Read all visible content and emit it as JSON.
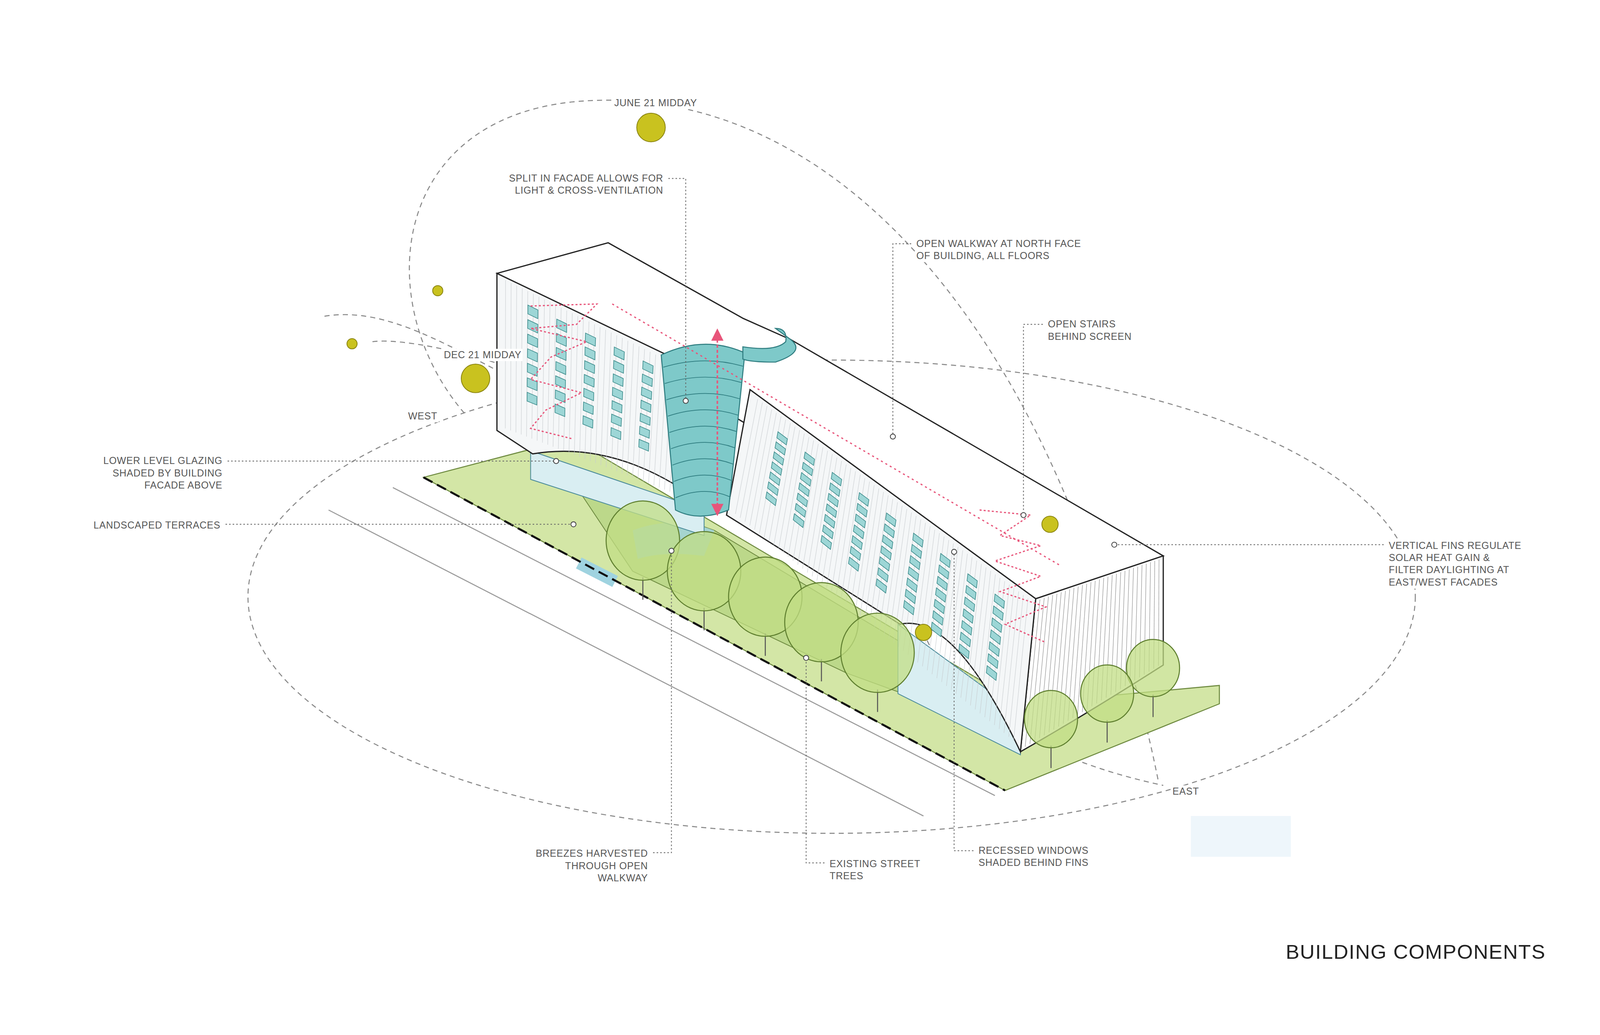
{
  "diagram": {
    "title": "BUILDING COMPONENTS",
    "labels": [
      "JUNE 21 MIDDAY",
      "SPLIT IN FACADE ALLOWS FOR LIGHT & CROSS-VENTILATION",
      "OPEN WALKWAY AT NORTH FACE OF BUILDING, ALL FLOORS",
      "OPEN STAIRS BEHIND SCREEN",
      "DEC 21 MIDDAY",
      "WEST",
      "LOWER LEVEL GLAZING SHADED BY BUILDING FACADE ABOVE",
      "LANDSCAPED TERRACES",
      "VERTICAL FINS REGULATE SOLAR HEAT GAIN & FILTER DAYLIGHTING AT EAST/WEST FACADES",
      "EAST",
      "RECESSED WINDOWS SHADED BEHIND FINS",
      "BREEZES HARVESTED THROUGH OPEN WALKWAY",
      "EXISTING STREET TREES"
    ]
  }
}
